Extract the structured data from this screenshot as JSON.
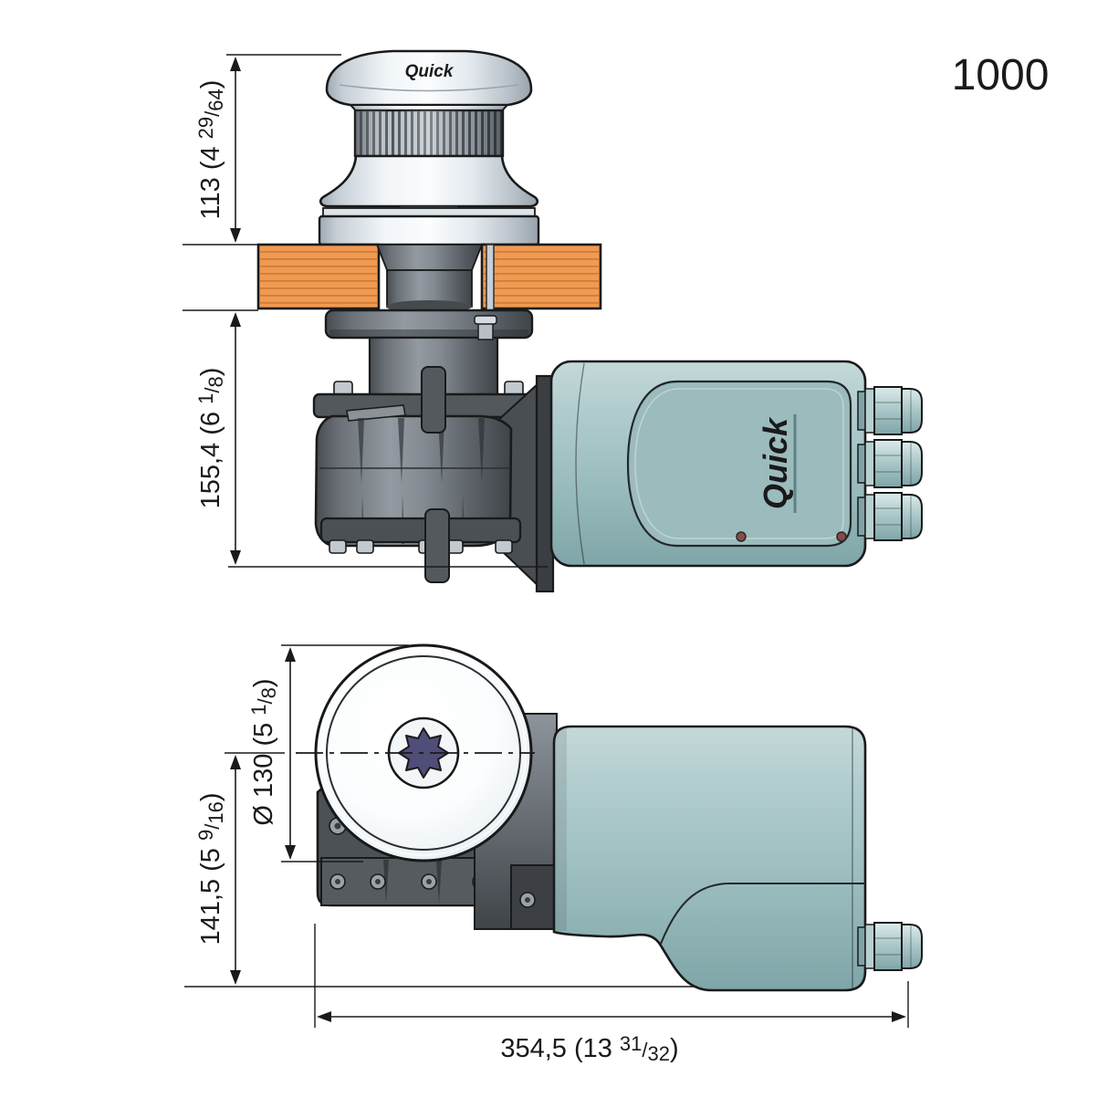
{
  "title": {
    "model": "1000"
  },
  "brand": {
    "motor_logo": "Quick",
    "capstan_logo": "Quick"
  },
  "dimensions": {
    "height_above_deck": {
      "main": "113 (4 ",
      "num": "29",
      "sep": "/",
      "den": "64",
      "close": ")"
    },
    "height_below_deck": {
      "main": "155,4 (6 ",
      "num": "1",
      "sep": "/",
      "den": "8",
      "close": ")"
    },
    "drum_diameter": {
      "main": "Ø 130 (5 ",
      "num": "1",
      "sep": "/",
      "den": "8",
      "close": ")"
    },
    "center_height": {
      "main": "141,5 (5 ",
      "num": "9",
      "sep": "/",
      "den": "16",
      "close": ")"
    },
    "overall_length": {
      "main": "354,5 (13 ",
      "num": "31",
      "sep": "/",
      "den": "32",
      "close": ")"
    }
  },
  "colors": {
    "deck_wood": "#f09a52",
    "deck_stripe": "#cf7d39",
    "motor_teal": "#a3c2c4",
    "gearbox_gray": "#6a7076",
    "star_navy": "#4e4e78",
    "outline": "#1a1a1a"
  }
}
